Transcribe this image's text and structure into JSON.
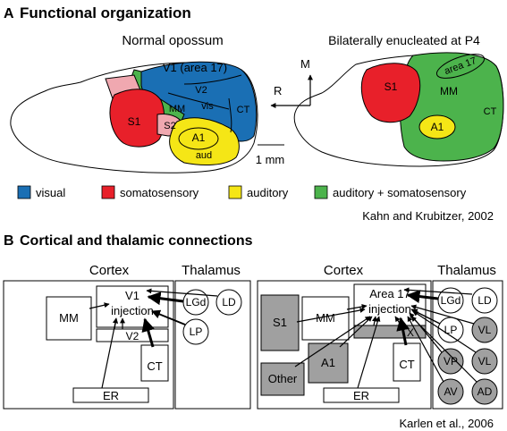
{
  "panel_a": {
    "letter": "A",
    "title": "Functional organization",
    "left_brain": {
      "title": "Normal opossum",
      "labels": {
        "v1": "V1 (area 17)",
        "v2": "V2",
        "vis": "vis",
        "ct": "CT",
        "mm": "MM",
        "s1": "S1",
        "s2": "S2",
        "a1": "A1",
        "aud": "aud"
      }
    },
    "right_brain": {
      "title": "Bilaterally enucleated at P4",
      "labels": {
        "area17": "area 17",
        "s1": "S1",
        "mm": "MM",
        "ct": "CT",
        "a1": "A1"
      }
    },
    "axes": {
      "m": "M",
      "r": "R"
    },
    "scale_bar": "1 mm",
    "legend": [
      {
        "label": "visual",
        "color": "#1a6fb4"
      },
      {
        "label": "somatosensory",
        "color": "#e8202a"
      },
      {
        "label": "auditory",
        "color": "#f5e616"
      },
      {
        "label": "auditory + somatosensory",
        "color": "#4cb34c"
      }
    ],
    "citation": "Kahn and Krubitzer, 2002"
  },
  "panel_b": {
    "letter": "B",
    "title": "Cortical and thalamic connections",
    "left": {
      "cortex_label": "Cortex",
      "thalamus_label": "Thalamus",
      "boxes": {
        "v1": "V1",
        "injection": "injection",
        "mm": "MM",
        "v2": "V2",
        "ct": "CT",
        "er": "ER"
      },
      "nuclei": [
        "LGd",
        "LD",
        "LP"
      ]
    },
    "right": {
      "cortex_label": "Cortex",
      "thalamus_label": "Thalamus",
      "boxes": {
        "area17": "Area 17",
        "injection": "injection",
        "s1": "S1",
        "mm": "MM",
        "x": "X",
        "a1": "A1",
        "ct": "CT",
        "other": "Other",
        "er": "ER"
      },
      "nuclei": [
        "LGd",
        "LD",
        "LP",
        "VL",
        "VP",
        "VL",
        "AV",
        "AD"
      ]
    },
    "citation": "Karlen et al., 2006"
  },
  "colors": {
    "gray_fill": "#a0a0a0",
    "pink_s2": "#f0a8b0"
  }
}
